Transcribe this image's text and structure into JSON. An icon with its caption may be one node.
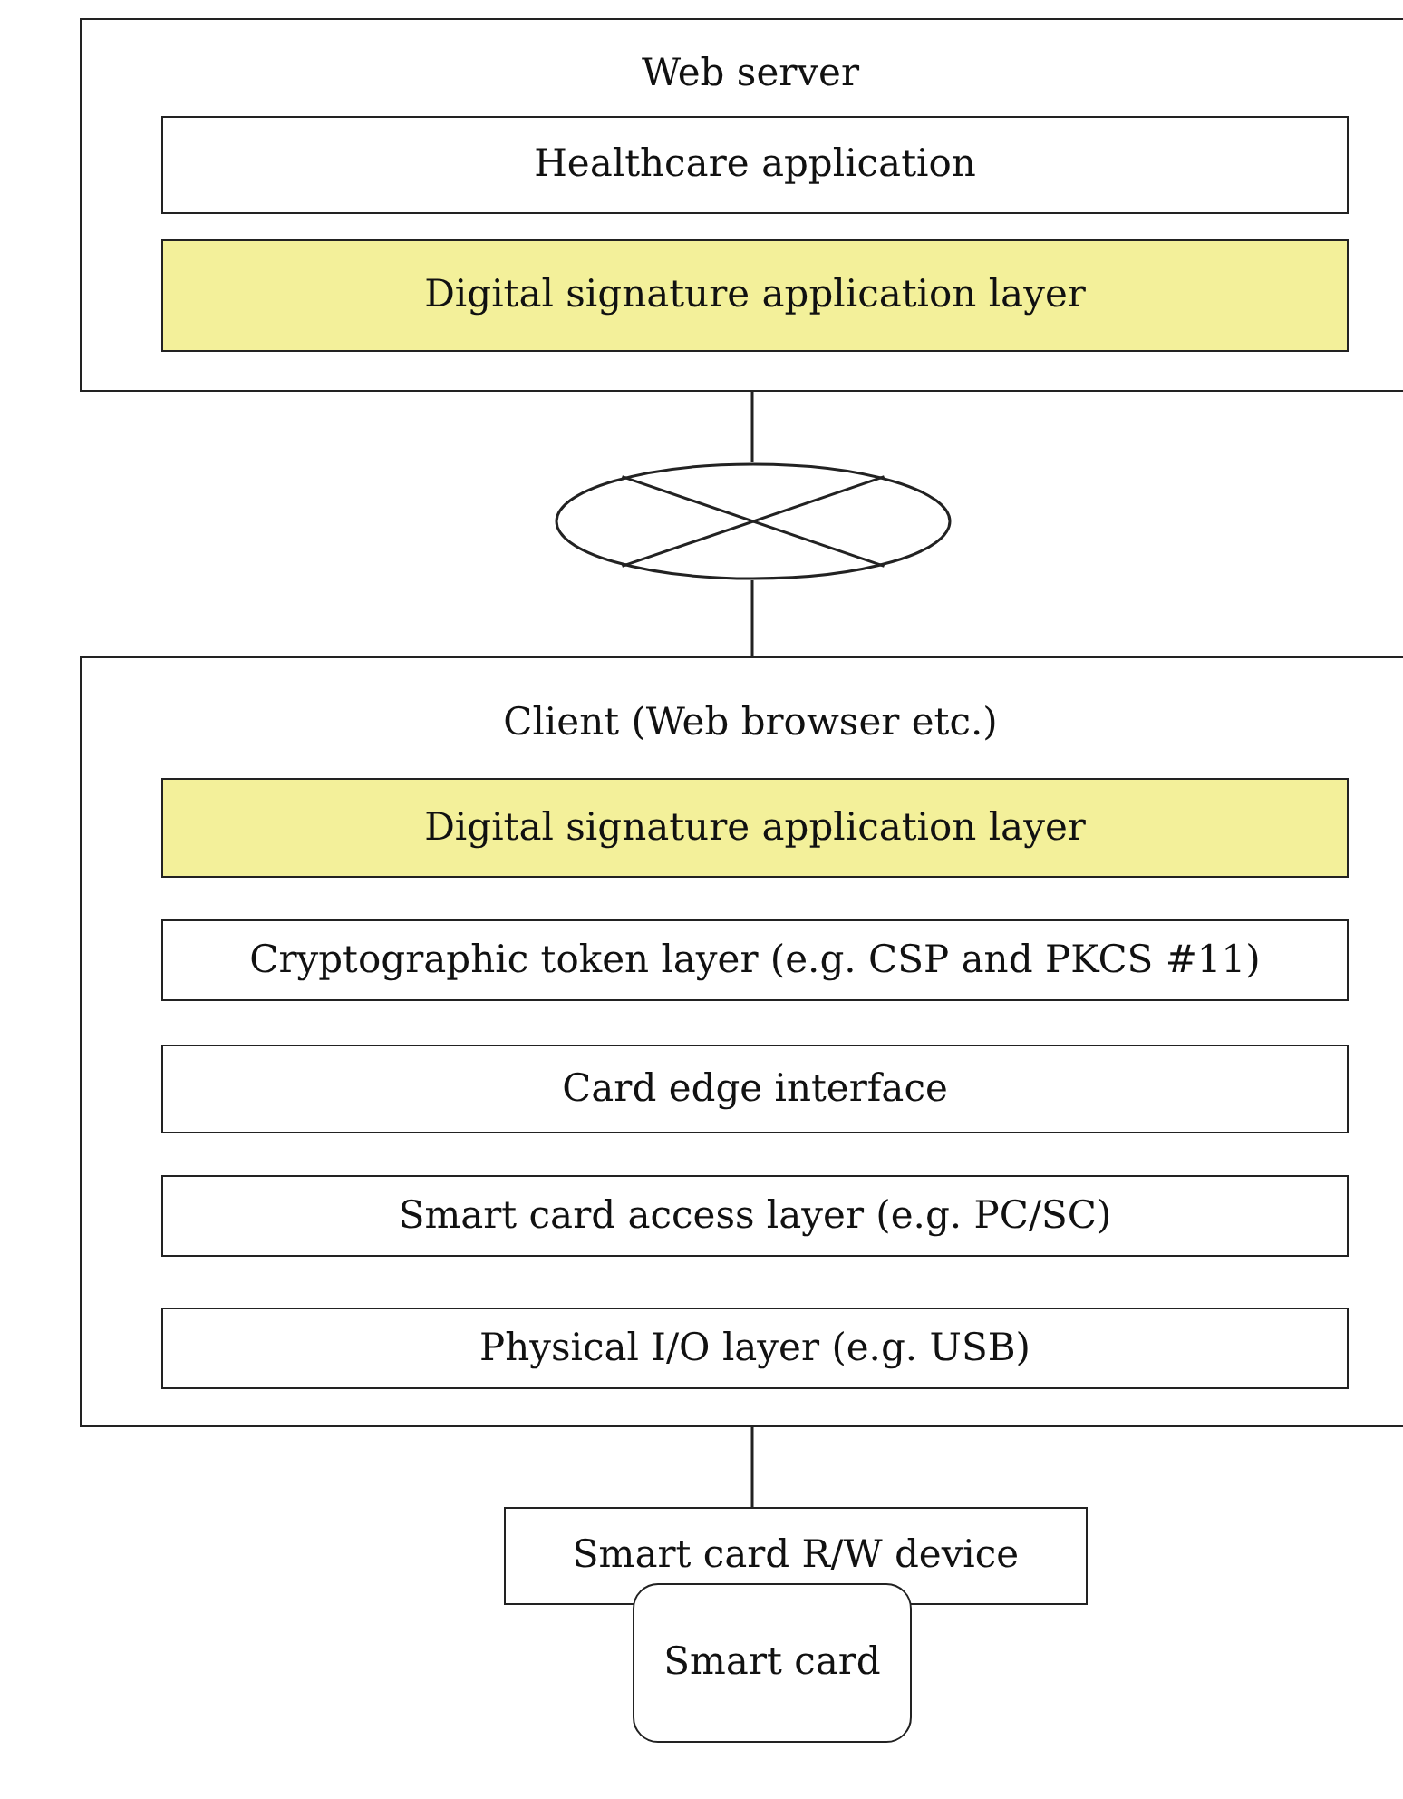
{
  "diagram": {
    "nodes": [
      {
        "text": [
          "Web server"
        ]
      },
      {
        "text": [
          "Healthcare application"
        ],
        "in": 0
      },
      {
        "text": [
          "Digital signature application layer"
        ],
        "in": 0
      },
      {
        "text": [],
        "shape": "ellipse"
      },
      {
        "text": [
          "Client (Web browser etc.)"
        ]
      },
      {
        "text": [
          "Digital signature application layer"
        ],
        "in": 4
      },
      {
        "text": [
          "Cryptographic token layer (e.g. CSP and PKCS #11)"
        ],
        "in": 4
      },
      {
        "text": [
          "Card edge interface"
        ],
        "in": 4
      },
      {
        "text": [
          "Smart card access layer (e.g. PC/SC)"
        ],
        "in": 4
      },
      {
        "text": [
          "Physical I/O layer (e.g. USB)"
        ],
        "in": 4
      },
      {
        "text": [
          "Smart card R/W device"
        ]
      },
      {
        "text": [
          "Smart card"
        ]
      }
    ],
    "edges": [
      {
        "from": 0,
        "to": 3,
        "arrow": "none"
      },
      {
        "from": 3,
        "to": 4,
        "arrow": "none"
      },
      {
        "from": 4,
        "to": 10,
        "arrow": "none"
      }
    ]
  }
}
